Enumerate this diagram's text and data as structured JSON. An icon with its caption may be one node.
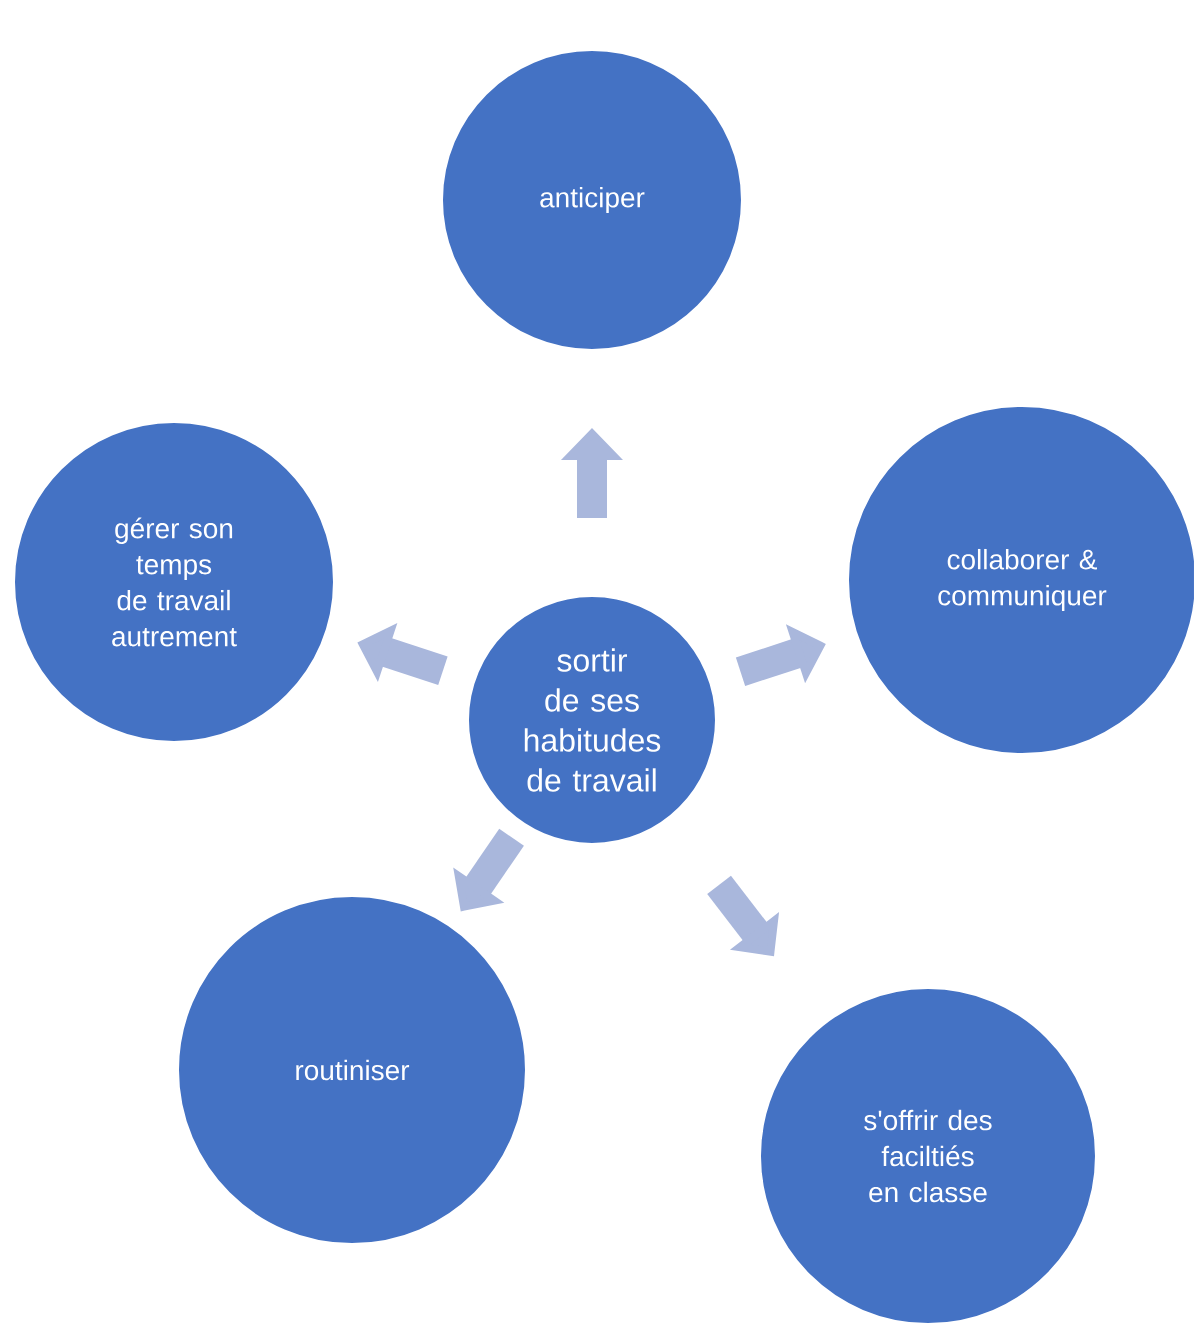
{
  "diagram": {
    "nodes": [
      {
        "text": [
          "sortir de ses habitudes de travail"
        ]
      },
      {
        "text": [
          "anticiper"
        ]
      },
      {
        "text": [
          "collaborer & communiquer"
        ]
      },
      {
        "text": [
          "s'offrir des faciltiés en classe"
        ]
      },
      {
        "text": [
          "routiniser"
        ]
      },
      {
        "text": [
          "gérer son temps de travail autrement"
        ]
      }
    ],
    "edges": [
      {
        "from": 0,
        "to": 1,
        "arrow": "to"
      },
      {
        "from": 0,
        "to": 2,
        "arrow": "to"
      },
      {
        "from": 0,
        "to": 3,
        "arrow": "to"
      },
      {
        "from": 0,
        "to": 4,
        "arrow": "to"
      },
      {
        "from": 0,
        "to": 5,
        "arrow": "to"
      }
    ]
  }
}
